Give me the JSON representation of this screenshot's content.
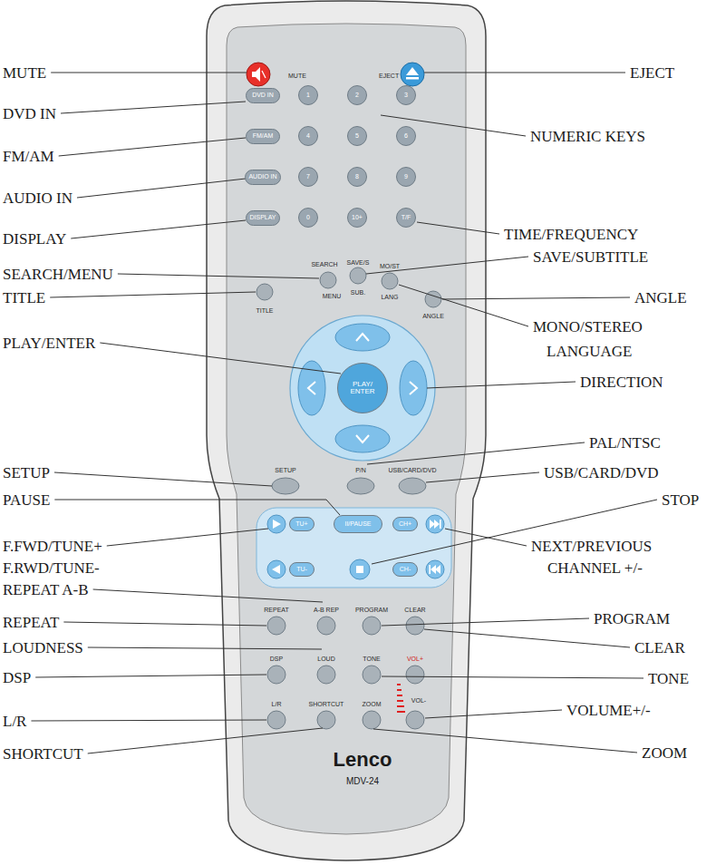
{
  "diagram": {
    "nodes": [
      {
        "text": [
          "DVD IN"
        ]
      },
      {
        "text": [
          "1"
        ]
      },
      {
        "text": [
          "2"
        ]
      },
      {
        "text": [
          "3"
        ]
      },
      {
        "text": [
          "FM/AM"
        ]
      },
      {
        "text": [
          "4"
        ]
      },
      {
        "text": [
          "5"
        ]
      },
      {
        "text": [
          "6"
        ]
      },
      {
        "text": [
          "AUDIO IN"
        ]
      },
      {
        "text": [
          "7"
        ]
      },
      {
        "text": [
          "8"
        ]
      },
      {
        "text": [
          "9"
        ]
      },
      {
        "text": [
          "DISPLAY"
        ]
      },
      {
        "text": [
          "0"
        ]
      },
      {
        "text": [
          "10+"
        ]
      },
      {
        "text": [
          "T/F"
        ]
      },
      {
        "text": [
          "PLAY/ ENTER"
        ]
      },
      {
        "text": [
          "TU+"
        ]
      },
      {
        "text": [
          "II/PAUSE"
        ]
      },
      {
        "text": [
          "CH+"
        ]
      },
      {
        "text": [
          "TU-"
        ]
      },
      {
        "text": [
          "CH-"
        ]
      }
    ],
    "labels": [
      "MUTE",
      "EJECT",
      "DVD IN",
      "NUMERIC KEYS",
      "FM/AM",
      "AUDIO IN",
      "DISPLAY",
      "TIME/FREQUENCY",
      "SEARCH/MENU",
      "SAVE/SUBTITLE",
      "TITLE",
      "ANGLE",
      "MONO/STEREO",
      "PLAY/ENTER",
      "LANGUAGE",
      "DIRECTION",
      "PAL/NTSC",
      "SETUP",
      "USB/CARD/DVD",
      "PAUSE",
      "STOP",
      "F.FWD/TUNE+",
      "NEXT/PREVIOUS",
      "F.RWD/TUNE-",
      "CHANNEL +/-",
      "REPEAT A-B",
      "PROGRAM",
      "REPEAT",
      "CLEAR",
      "LOUDNESS",
      "DSP",
      "TONE",
      "VOLUME+/-",
      "L/R",
      "SHORTCUT",
      "ZOOM",
      "MUTE",
      "EJECT",
      "SEARCH",
      "SAVE/S",
      "MO/ST",
      "MENU",
      "SUB.",
      "LANG",
      "TITLE",
      "ANGLE",
      "SETUP",
      "P/N",
      "USB/CARD/DVD",
      "REPEAT",
      "A-B REP",
      "PROGRAM",
      "CLEAR",
      "DSP",
      "LOUD",
      "TONE",
      "VOL+",
      "VOL-",
      "L/R",
      "SHORTCUT",
      "ZOOM",
      "Lenco",
      "MDV-24"
    ]
  }
}
